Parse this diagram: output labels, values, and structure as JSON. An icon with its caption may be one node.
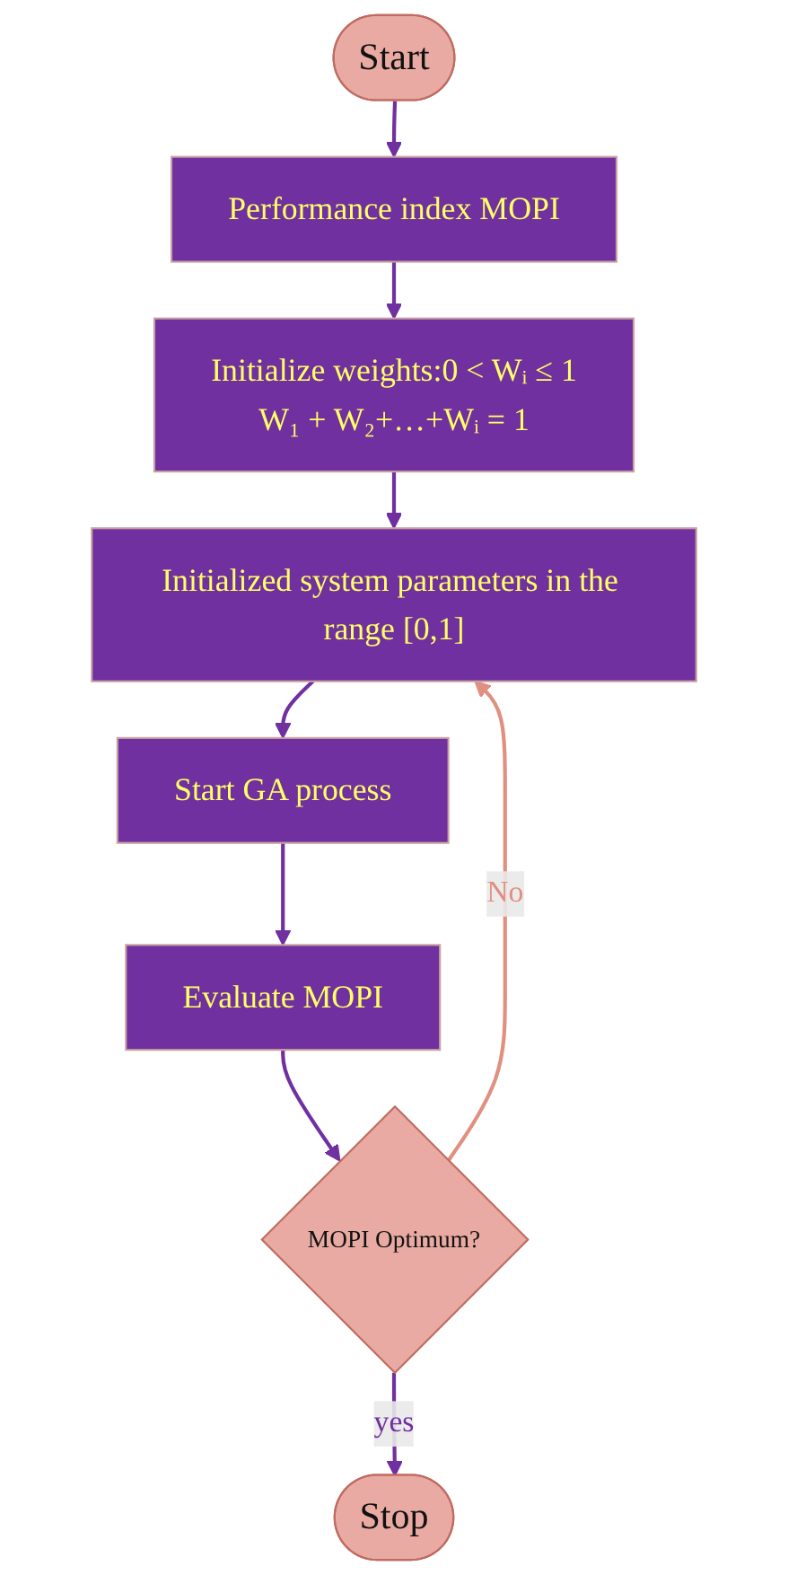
{
  "diagram": {
    "nodes": [
      {
        "text": [
          "Start"
        ]
      },
      {
        "text": [
          "Performance index MOPI"
        ]
      },
      {
        "text": [
          "Initialize weights:0 < Wᵢ ≤ 1",
          "W₁ + W₂+…+Wᵢ = 1"
        ]
      },
      {
        "text": [
          "Initialized system parameters in the range [0,1]"
        ]
      },
      {
        "text": [
          "Start GA process"
        ]
      },
      {
        "text": [
          "Evaluate MOPI"
        ]
      },
      {
        "text": [
          "MOPI Optimum?"
        ]
      },
      {
        "text": [
          "Stop"
        ]
      }
    ],
    "edges": [
      {
        "from": 0,
        "to": 1,
        "arrow": "to"
      },
      {
        "from": 1,
        "to": 2,
        "arrow": "to"
      },
      {
        "from": 2,
        "to": 3,
        "arrow": "to"
      },
      {
        "from": 3,
        "to": 4,
        "arrow": "to"
      },
      {
        "from": 4,
        "to": 5,
        "arrow": "to"
      },
      {
        "from": 5,
        "to": 6,
        "arrow": "to"
      },
      {
        "from": 6,
        "to": 3,
        "arrow": "to",
        "label": "No",
        "color": "#e09080"
      },
      {
        "from": 6,
        "to": 7,
        "arrow": "to",
        "label": "yes"
      }
    ]
  }
}
